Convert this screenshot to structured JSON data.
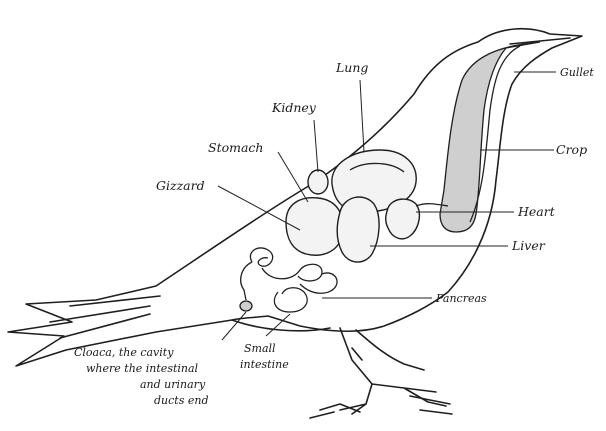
{
  "labels": {
    "lung": "Lung",
    "kidney": "Kidney",
    "stomach": "Stomach",
    "gizzard": "Gizzard",
    "gullet": "Gullet",
    "crop": "Crop",
    "heart": "Heart",
    "liver": "Liver",
    "pancreas": "Pancreas",
    "cloaca": [
      "Cloaca, the cavity",
      "where the intestinal",
      "and urinary",
      "ducts end"
    ],
    "small_intestine": [
      "Small",
      "intestine"
    ]
  }
}
